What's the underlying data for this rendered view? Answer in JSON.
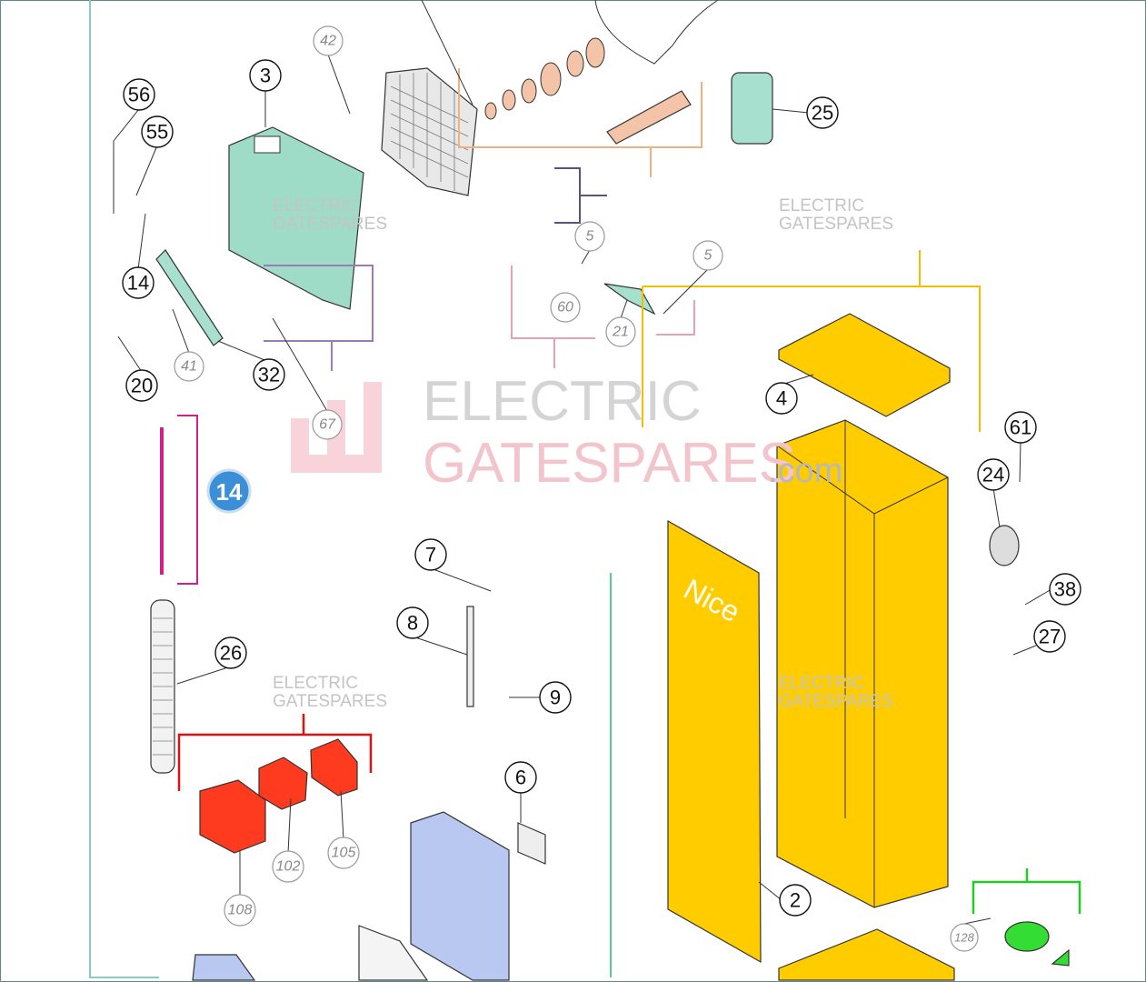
{
  "diagram": {
    "brand_on_door": "Nice",
    "callout_badge": "14",
    "watermark": {
      "line1": "ELECTRIC",
      "line2": "GATESPARES",
      "suffix": ".com"
    },
    "part_labels": [
      "42",
      "3",
      "56",
      "55",
      "14",
      "41",
      "20",
      "32",
      "67",
      "25",
      "5",
      "60",
      "21",
      "5",
      "4",
      "61",
      "24",
      "38",
      "27",
      "26",
      "7",
      "8",
      "9",
      "6",
      "2",
      "102",
      "105",
      "108",
      "128"
    ],
    "colors": {
      "cabinet": "#ffcc00",
      "plate": "#9fdcc8",
      "motor": "#ff3b1f",
      "control_box": "#b9c8f0",
      "cover": "#33dd33",
      "accent_teal": "#7fc6c0"
    }
  }
}
